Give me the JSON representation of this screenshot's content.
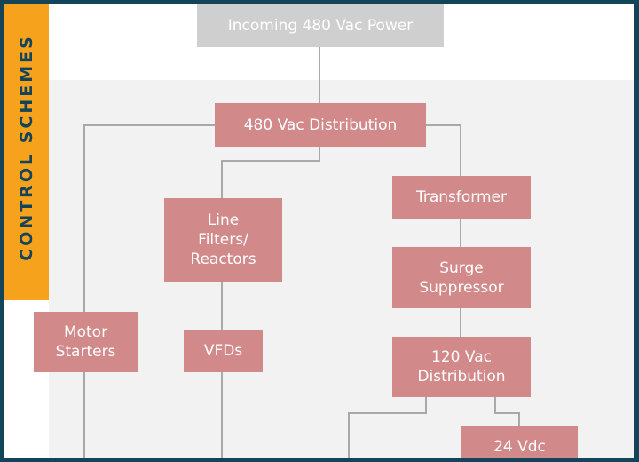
{
  "side_label": "CONTROL SCHEMES",
  "colors": {
    "frame": "#13445a",
    "tab": "#f6a21c",
    "tab_text": "#13445a",
    "node": "#d2898a",
    "root_node": "#cfcfcf",
    "connector": "#a9a9a9",
    "panel": "#f2f2f2"
  },
  "nodes": {
    "incoming": [
      "Incoming 480 Vac Power"
    ],
    "distribution": [
      "480 Vac Distribution"
    ],
    "line_filters": [
      "Line",
      "Filters/",
      "Reactors"
    ],
    "transformer": [
      "Transformer"
    ],
    "surge": [
      "Surge",
      "Suppressor"
    ],
    "motor_starters": [
      "Motor",
      "Starters"
    ],
    "vfds": [
      "VFDs"
    ],
    "vac120": [
      "120 Vac",
      "Distribution"
    ],
    "vdc24": [
      "24 Vdc"
    ]
  }
}
